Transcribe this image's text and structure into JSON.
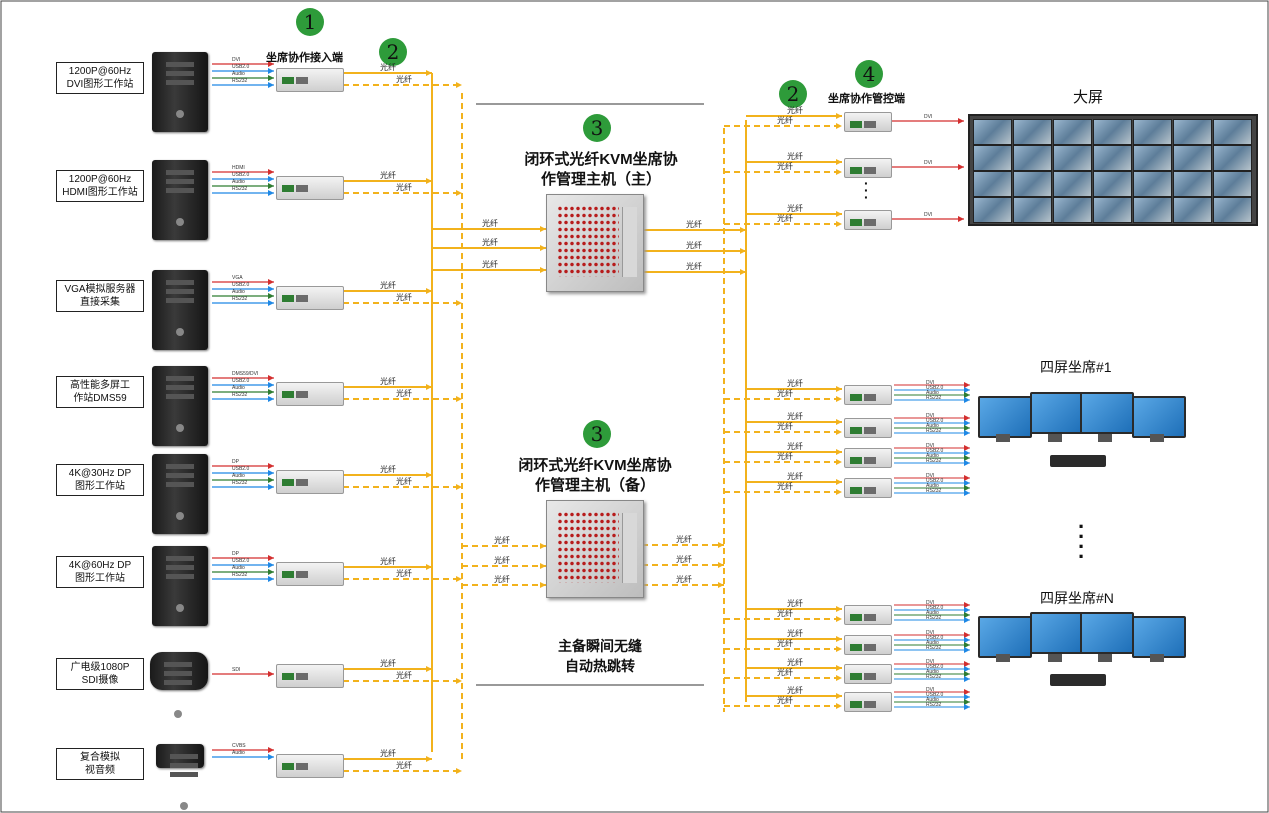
{
  "badges": [
    "1",
    "2",
    "3",
    "4"
  ],
  "headers": {
    "access_end": "坐席协作接入端",
    "control_end": "坐席协作管控端",
    "big_screen": "大屏",
    "seat_first": "四屏坐席#1",
    "seat_last": "四屏坐席#N"
  },
  "hosts": {
    "main_line1": "闭环式光纤KVM坐席协",
    "main_line2": "作管理主机（主）",
    "backup_line1": "闭环式光纤KVM坐席协",
    "backup_line2": "作管理主机（备）"
  },
  "failover": {
    "line1": "主备瞬间无缝",
    "line2": "自动热跳转"
  },
  "fiber_label": "光纤",
  "sources": [
    {
      "line1": "1200P@60Hz",
      "line2": "DVI图形工作站",
      "signals": [
        "DVI",
        "USB2.0",
        "Audio",
        "RS232"
      ]
    },
    {
      "line1": "1200P@60Hz",
      "line2": "HDMI图形工作站",
      "signals": [
        "HDMI",
        "USB2.0",
        "Audio",
        "RS232"
      ]
    },
    {
      "line1": "VGA模拟服务器",
      "line2": "直接采集",
      "signals": [
        "VGA",
        "USB2.0",
        "Audio",
        "RS232"
      ]
    },
    {
      "line1": "高性能多屏工",
      "line2": "作站DMS59",
      "signals": [
        "DMS59/DVI",
        "USB2.0",
        "Audio",
        "RS232"
      ]
    },
    {
      "line1": "4K@30Hz DP",
      "line2": "图形工作站",
      "signals": [
        "DP",
        "USB2.0",
        "Audio",
        "RS232"
      ]
    },
    {
      "line1": "4K@60Hz DP",
      "line2": "图形工作站",
      "signals": [
        "DP",
        "USB2.0",
        "Audio",
        "RS232"
      ]
    },
    {
      "line1": "广电级1080P",
      "line2": "SDI摄像",
      "signals": [
        "SDI"
      ]
    },
    {
      "line1": "复合模拟",
      "line2": "视音频",
      "signals": [
        "CVBS",
        "Audio"
      ]
    }
  ],
  "seat_signals": [
    "DVI",
    "USB2.0",
    "Audio",
    "RS232"
  ],
  "screen_signal": "DVI",
  "colors": {
    "fiber": "#f2b21c",
    "signal_red": "#d32f2f",
    "signal_blue": "#1e88e5",
    "signal_green": "#2e7d32",
    "badge_green": "#2e9b3a"
  }
}
